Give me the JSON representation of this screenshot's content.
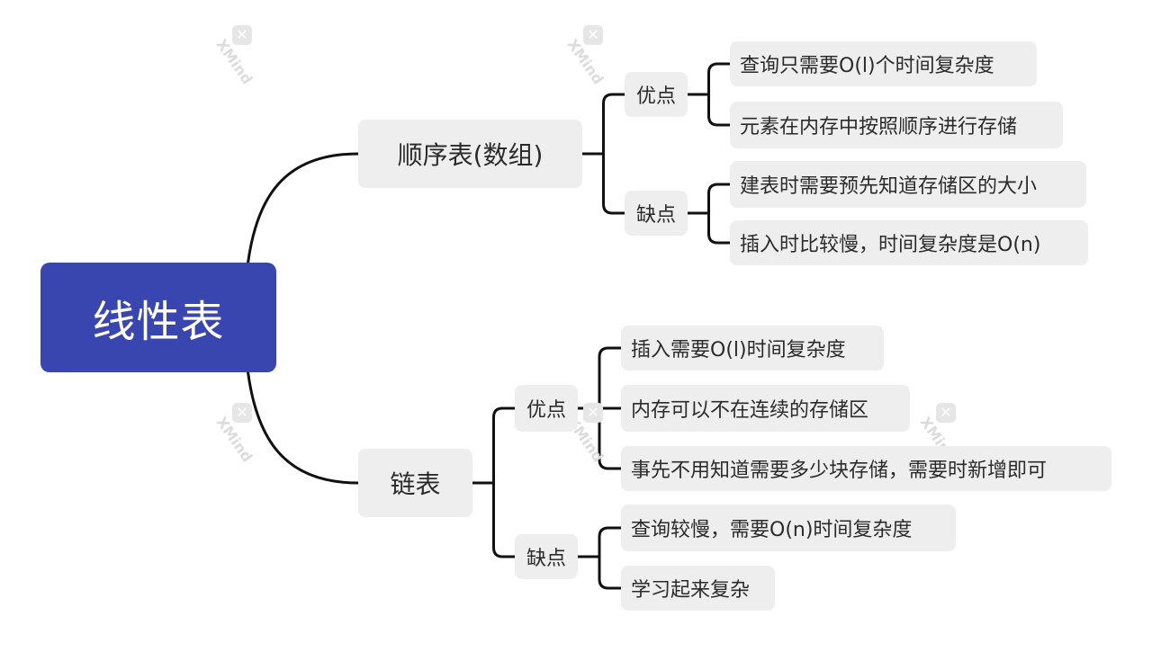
{
  "root": {
    "label": "线性表",
    "color": "#3a46b0"
  },
  "branches": [
    {
      "label": "顺序表(数组)",
      "groups": [
        {
          "label": "优点",
          "items": [
            "查询只需要O(l)个时间复杂度",
            "元素在内存中按照顺序进行存储"
          ]
        },
        {
          "label": "缺点",
          "items": [
            "建表时需要预先知道存储区的大小",
            "插入时比较慢，时间复杂度是O(n)"
          ]
        }
      ]
    },
    {
      "label": "链表",
      "groups": [
        {
          "label": "优点",
          "items": [
            "插入需要O(l)时间复杂度",
            "内存可以不在连续的存储区",
            "事先不用知道需要多少块存储，需要时新增即可"
          ]
        },
        {
          "label": "缺点",
          "items": [
            "查询较慢，需要O(n)时间复杂度",
            "学习起来复杂"
          ]
        }
      ]
    }
  ],
  "watermark": {
    "text": "XMind",
    "icon": "x-icon"
  },
  "line_color": "#111111"
}
